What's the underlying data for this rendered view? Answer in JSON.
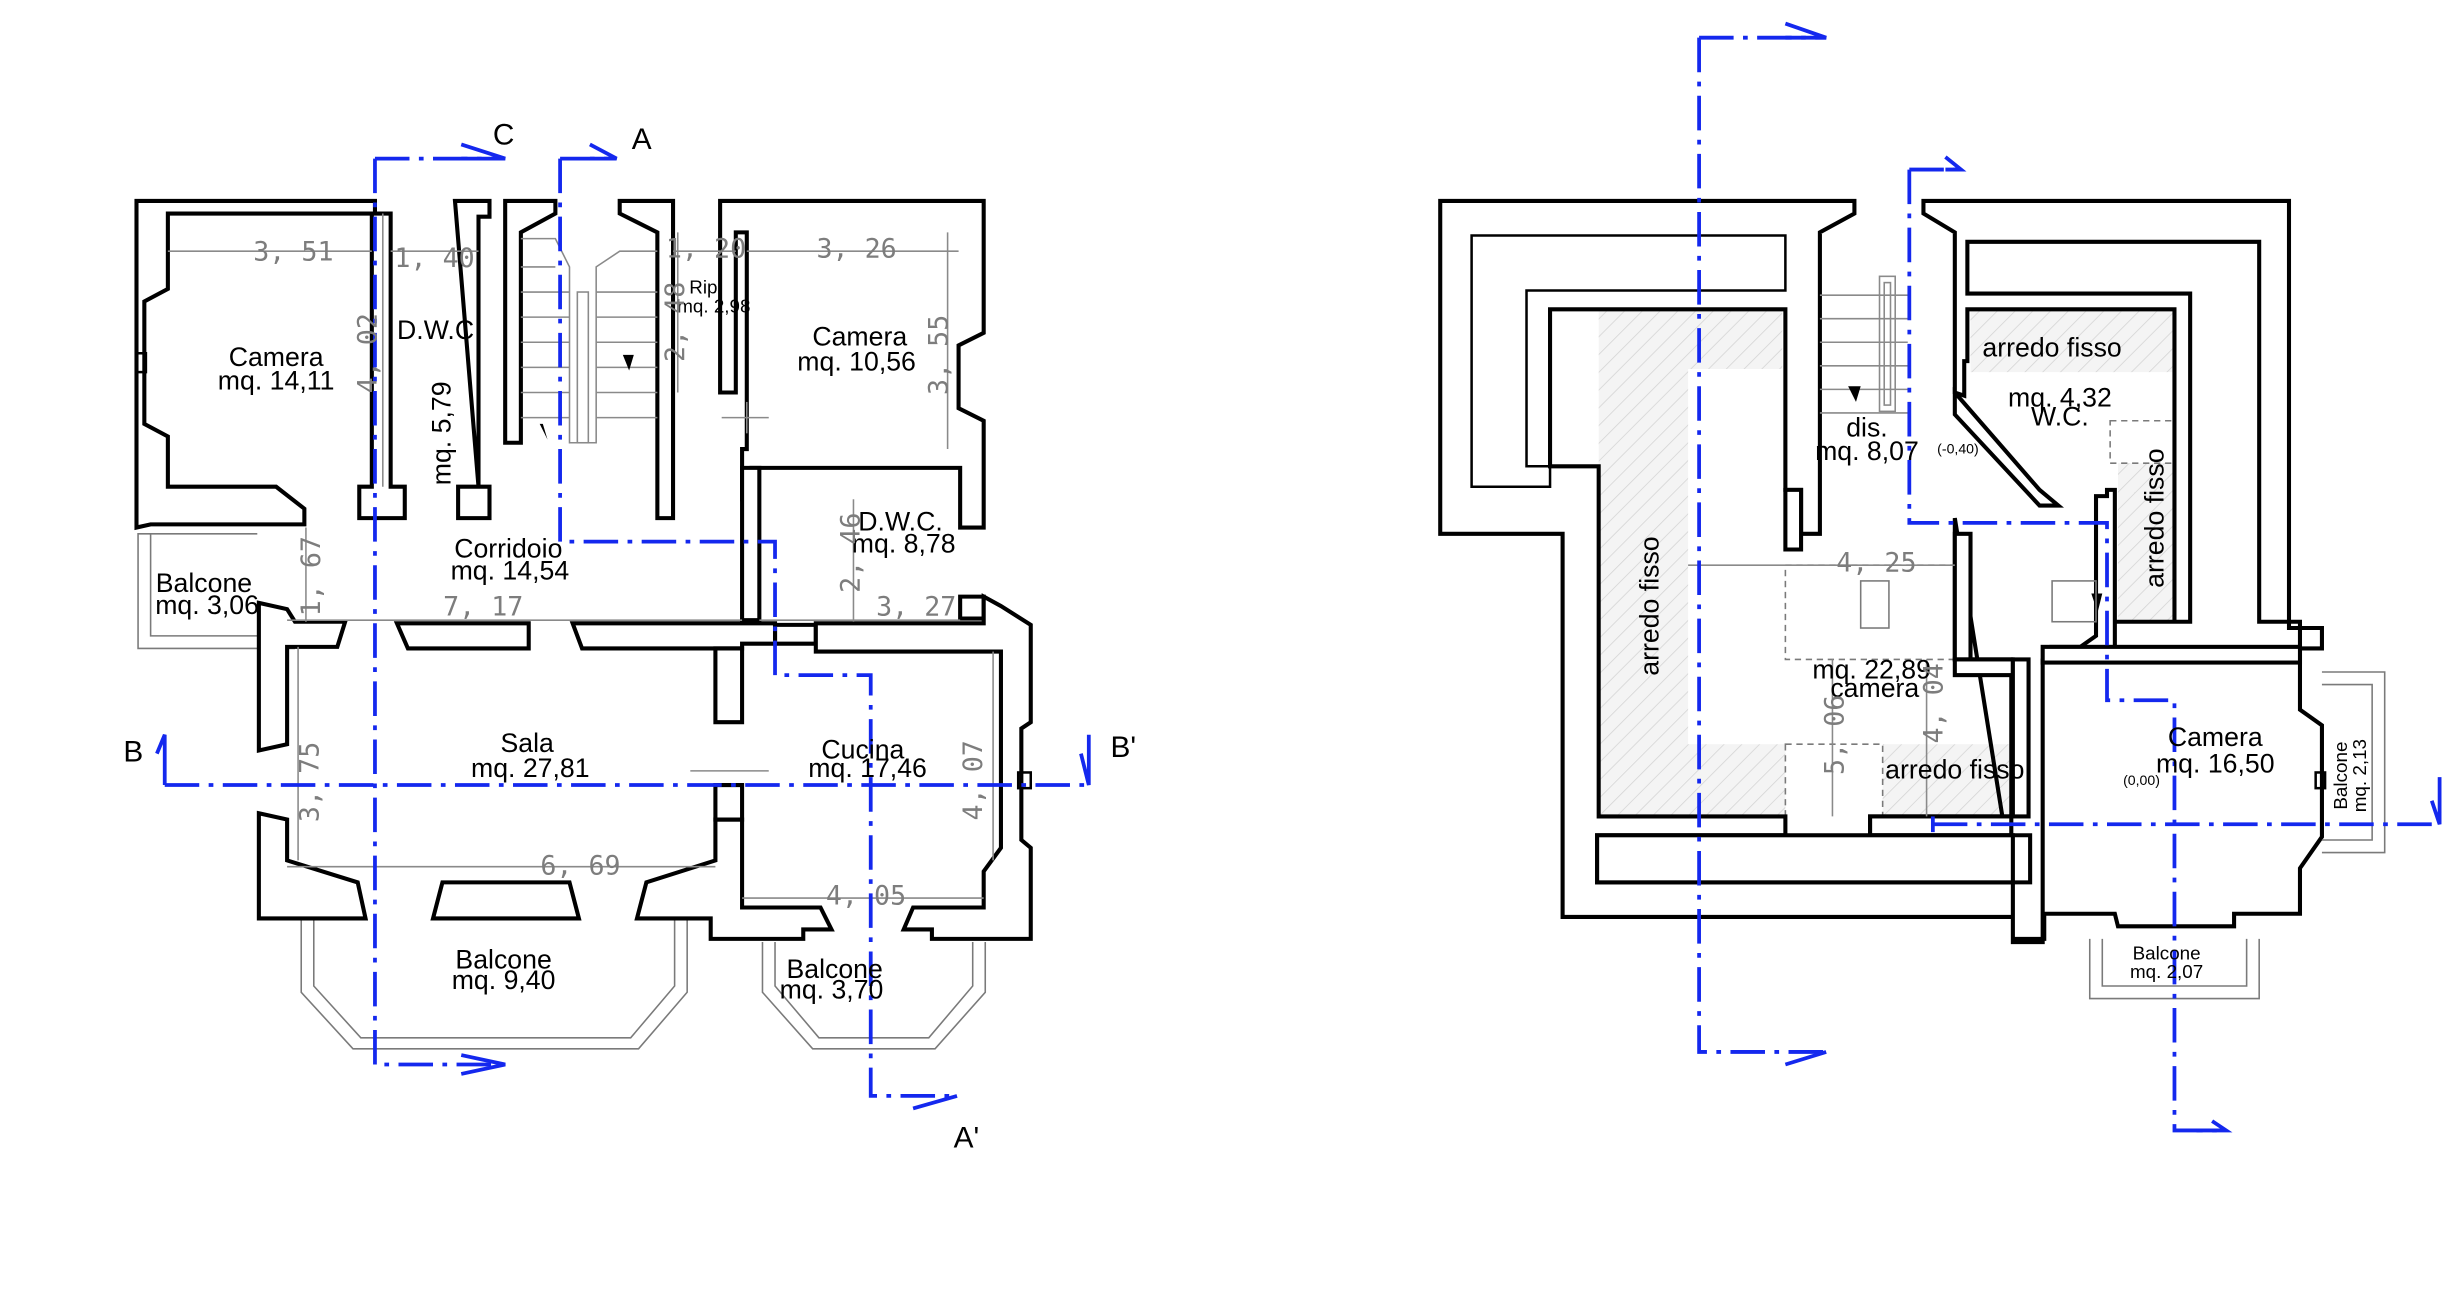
{
  "drawing": {
    "ground_floor": {
      "rooms": [
        {
          "id": "camera-1",
          "name": "Camera",
          "area": "mq. 14,11"
        },
        {
          "id": "dwc-1",
          "name": "D.W.C.",
          "area": "mq. 5,79"
        },
        {
          "id": "rip",
          "name": "Rip.",
          "area": "mq. 2,98"
        },
        {
          "id": "camera-2",
          "name": "Camera",
          "area": "mq. 10,56"
        },
        {
          "id": "dwc-2",
          "name": "D.W.C.",
          "area": "mq. 8,78"
        },
        {
          "id": "corridoio",
          "name": "Corridoio",
          "area": "mq. 14,54"
        },
        {
          "id": "balcone-1",
          "name": "Balcone",
          "area": "mq. 3,06"
        },
        {
          "id": "sala",
          "name": "Sala",
          "area": "mq. 27,81"
        },
        {
          "id": "cucina",
          "name": "Cucina",
          "area": "mq. 17,46"
        },
        {
          "id": "balcone-2",
          "name": "Balcone",
          "area": "mq. 9,40"
        },
        {
          "id": "balcone-3",
          "name": "Balcone",
          "area": "mq. 3,70"
        }
      ],
      "dimensions": [
        "3, 51",
        "1, 40",
        "1, 20",
        "3, 26",
        "4, 02",
        "2, 48",
        "3, 55",
        "1, 67",
        "7, 17",
        "2, 46",
        "3, 27",
        "3, 75",
        "6, 69",
        "4, 07",
        "4, 05"
      ],
      "section_labels": [
        "C",
        "A",
        "B",
        "B'",
        "A'"
      ]
    },
    "upper_floor": {
      "rooms": [
        {
          "id": "arredo-fisso-top",
          "name": "arredo fisso"
        },
        {
          "id": "wc",
          "name": "W.C.",
          "area": "mq. 4,32"
        },
        {
          "id": "dis",
          "name": "dis.",
          "area": "mq. 8,07"
        },
        {
          "id": "arredo-fisso-right",
          "name": "arredo fisso"
        },
        {
          "id": "arredo-fisso-left",
          "name": "arredo fisso"
        },
        {
          "id": "camera-attic",
          "name": "camera",
          "area": "mq. 22,89"
        },
        {
          "id": "arredo-fisso-bottom",
          "name": "arredo fisso"
        },
        {
          "id": "camera-3",
          "name": "Camera",
          "area": "mq. 16,50"
        },
        {
          "id": "balcone-4",
          "name": "Balcone",
          "area": "mq. 2,13"
        },
        {
          "id": "balcone-5",
          "name": "Balcone",
          "area": "mq. 2,07"
        }
      ],
      "levels": [
        "(-0,40)",
        "(0,00)"
      ],
      "dimensions": [
        "4, 25",
        "4, 04",
        "5, 06"
      ]
    },
    "colors": {
      "wall": "#000000",
      "section_line": "#1428ee",
      "dimension": "#7d7d7d",
      "hatch_fill": "#f2f2f2"
    }
  }
}
